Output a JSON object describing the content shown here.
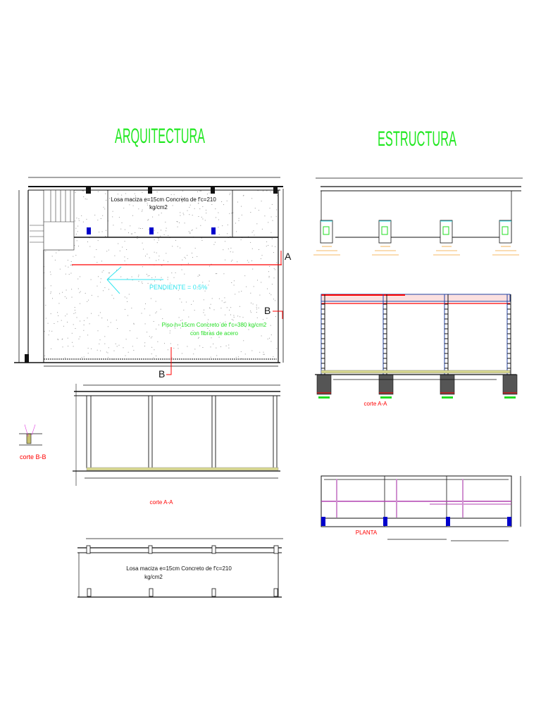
{
  "titles": {
    "architecture": "ARQUITECTURA",
    "structure": "ESTRUCTURA"
  },
  "architecture_plan": {
    "slab_note_line1": "Losa maciza  e=15cm Concreto de  f'c=210",
    "slab_note_line2": "kg/cm2",
    "slope_note": "PENDIENTE = 0.5%",
    "floor_note_line1": "Piso-h=15cm Concreto de  f'c=380 kg/cm2",
    "floor_note_line2": "con fibras de acero",
    "section_mark_a": "A",
    "section_mark_b_right": "B",
    "section_mark_b_bottom": "B"
  },
  "architecture_section_aa": {
    "label": "corte A-A"
  },
  "detail_bb": {
    "label": "corte B-B"
  },
  "architecture_elevation": {
    "slab_note_line1": "Losa maciza  e=15cm Concreto de  f'c=210",
    "slab_note_line2": "kg/cm2"
  },
  "structure_section_aa": {
    "label": "corte A-A"
  },
  "structure_plan": {
    "label": "PLANTA"
  },
  "colors": {
    "title": "#22e822",
    "section_label": "#ff0000",
    "slope": "#33e6f0",
    "floor_note": "#22dd22",
    "column_blue": "#0000cc",
    "rebar_purple": "#b040b0",
    "annotation_orange": "#f0a030"
  }
}
